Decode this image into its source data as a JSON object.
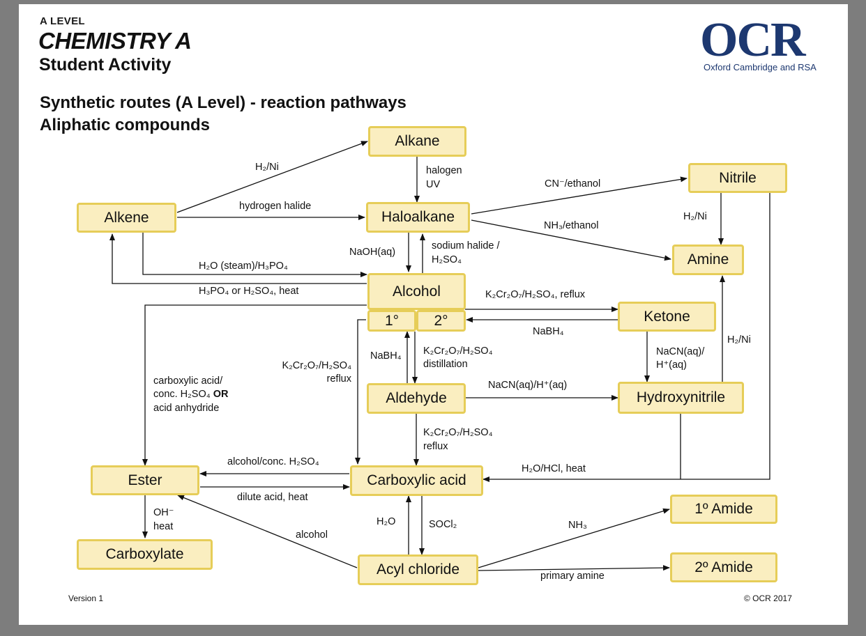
{
  "header": {
    "level": "A LEVEL",
    "subject": "CHEMISTRY A",
    "activity": "Student Activity",
    "logo": "OCR",
    "logo_sub": "Oxford Cambridge and RSA",
    "title_line1": "Synthetic routes (A Level) - reaction pathways",
    "title_line2": "Aliphatic compounds"
  },
  "footer": {
    "version": "Version 1",
    "copyright": "© OCR 2017"
  },
  "colors": {
    "box_fill": "#faeec0",
    "box_border": "#e6cd58",
    "logo_blue": "#1d3870",
    "line": "#111111",
    "background": "#7d7d7d"
  },
  "compounds": {
    "alkane": "Alkane",
    "alkene": "Alkene",
    "haloalkane": "Haloalkane",
    "nitrile": "Nitrile",
    "amine": "Amine",
    "alcohol": "Alcohol",
    "primary": "1°",
    "secondary": "2°",
    "ketone": "Ketone",
    "aldehyde": "Aldehyde",
    "hydroxynitrile": "Hydroxynitrile",
    "ester": "Ester",
    "carboxylic_acid": "Carboxylic acid",
    "carboxylate": "Carboxylate",
    "acyl_chloride": "Acyl chloride",
    "amide_1": "1º Amide",
    "amide_2": "2º Amide"
  },
  "reagents": {
    "h2ni_alkene": "H₂/Ni",
    "hydrogen_halide": "hydrogen halide",
    "halogen": "halogen",
    "uv": "UV",
    "cn_ethanol": "CN⁻/ethanol",
    "nh3_ethanol": "NH₃/ethanol",
    "h2ni_nitrile": "H₂/Ni",
    "naoh": "NaOH(aq)",
    "sodium_halide": "sodium halide /",
    "h2so4_a": "H₂SO₄",
    "steam": "H₂O (steam)/H₃PO₄",
    "dehydration": "H₃PO₄ or  H₂SO₄, heat",
    "oxidation_ketone": "K₂Cr₂O₇/H₂SO₄, reflux",
    "nabh4_ketone": "NaBH₄",
    "nacn_ketone_1": "NaCN(aq)/",
    "nacn_ketone_2": "H⁺(aq)",
    "h2ni_hydroxy": "H₂/Ni",
    "ox_acid_1": "K₂Cr₂O₇/H₂SO₄",
    "ox_acid_2": "reflux",
    "nabh4_ald": "NaBH₄",
    "ox_ald_1": "K₂Cr₂O₇/H₂SO₄",
    "ox_ald_2": "distillation",
    "nacn_ald": "NaCN(aq)/H⁺(aq)",
    "ester_1": "carboxylic acid/",
    "ester_2a": "conc. H₂SO₄",
    "ester_2b": "OR",
    "ester_3": "acid anhydride",
    "ald_acid_1": "K₂Cr₂O₇/H₂SO₄",
    "ald_acid_2": "reflux",
    "hydrolysis": "H₂O/HCl, heat",
    "esterif": "alcohol/conc. H₂SO₄",
    "dilute": "dilute acid, heat",
    "oh": "OH⁻",
    "heat": "heat",
    "alcohol_acyl": "alcohol",
    "h2o": "H₂O",
    "socl2": "SOCl₂",
    "nh3": "NH₃",
    "primary_amine": "primary amine"
  }
}
